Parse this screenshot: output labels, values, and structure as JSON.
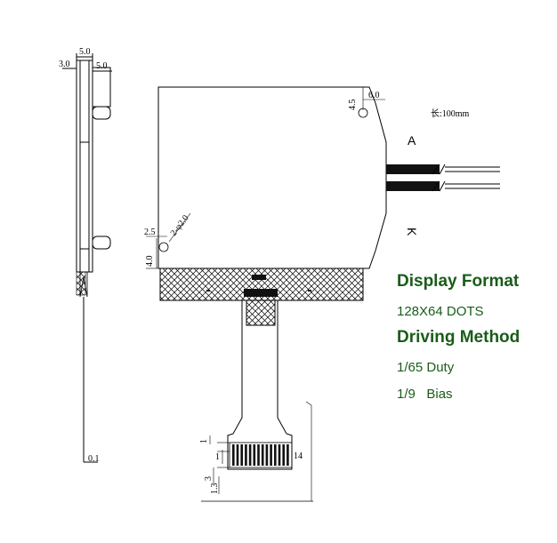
{
  "dimensions": {
    "side_top_width": "5.0",
    "side_left_offset": "3.0",
    "side_right_offset": "5.0",
    "mount_hole_offset_top": "4.5",
    "mount_hole_offset_right": "6.0",
    "mount_hole_label": "2-φ2.0",
    "bottom_offset_a": "2.5",
    "bottom_offset_b": "4.0",
    "cable_thickness": "0.1",
    "pin_pitch": "1",
    "pin_offset": "1",
    "pin_total": "3",
    "pin_width": "1.3",
    "pin_count": "14"
  },
  "wire": {
    "length_label": "长:100mm",
    "anode_label": "A",
    "cathode_label": "K"
  },
  "specs": {
    "display_format_heading": "Display Format",
    "display_format_value": "128X64 DOTS",
    "driving_method_heading": "Driving Method",
    "duty": "1/65 Duty",
    "bias": "1/9   Bias"
  }
}
